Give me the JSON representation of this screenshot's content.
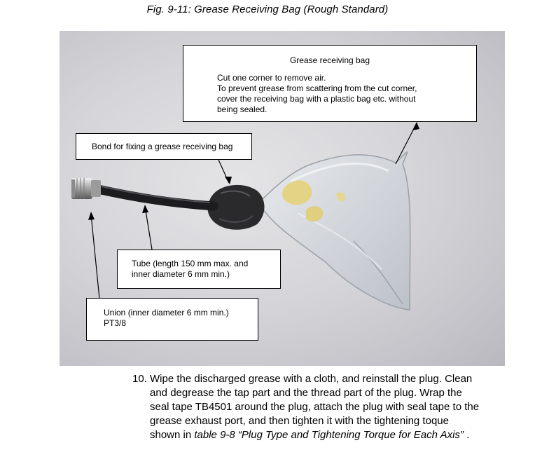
{
  "figure": {
    "title": "Fig. 9-11: Grease Receiving Bag (Rough Standard)"
  },
  "callouts": {
    "bag": {
      "heading": "Grease receiving bag",
      "lines": [
        "Cut one corner to remove air.",
        "To prevent grease from scattering from the cut corner,",
        "cover the receiving bag with a plastic bag etc. without",
        "being sealed."
      ]
    },
    "bond": {
      "text": "Bond for fixing a grease receiving bag"
    },
    "tube": {
      "lines": [
        "Tube (length 150 mm max. and",
        "inner diameter 6 mm min.)"
      ]
    },
    "union": {
      "lines": [
        "Union (inner diameter 6 mm min.)",
        "PT3/8"
      ]
    }
  },
  "step": {
    "number": "10.",
    "lines": [
      "Wipe the discharged grease with a cloth, and reinstall the plug.  Clean",
      "and degrease the tap part and the thread part of the plug.  Wrap the",
      "seal tape TB4501 around the plug, attach the plug with seal tape to the",
      "grease exhaust port, and then tighten it with the tightening toque"
    ],
    "last_prefix": "shown in ",
    "last_ref": "table 9-8  “Plug Type and Tightening Torque for Each Axis”",
    "last_suffix": " ."
  }
}
